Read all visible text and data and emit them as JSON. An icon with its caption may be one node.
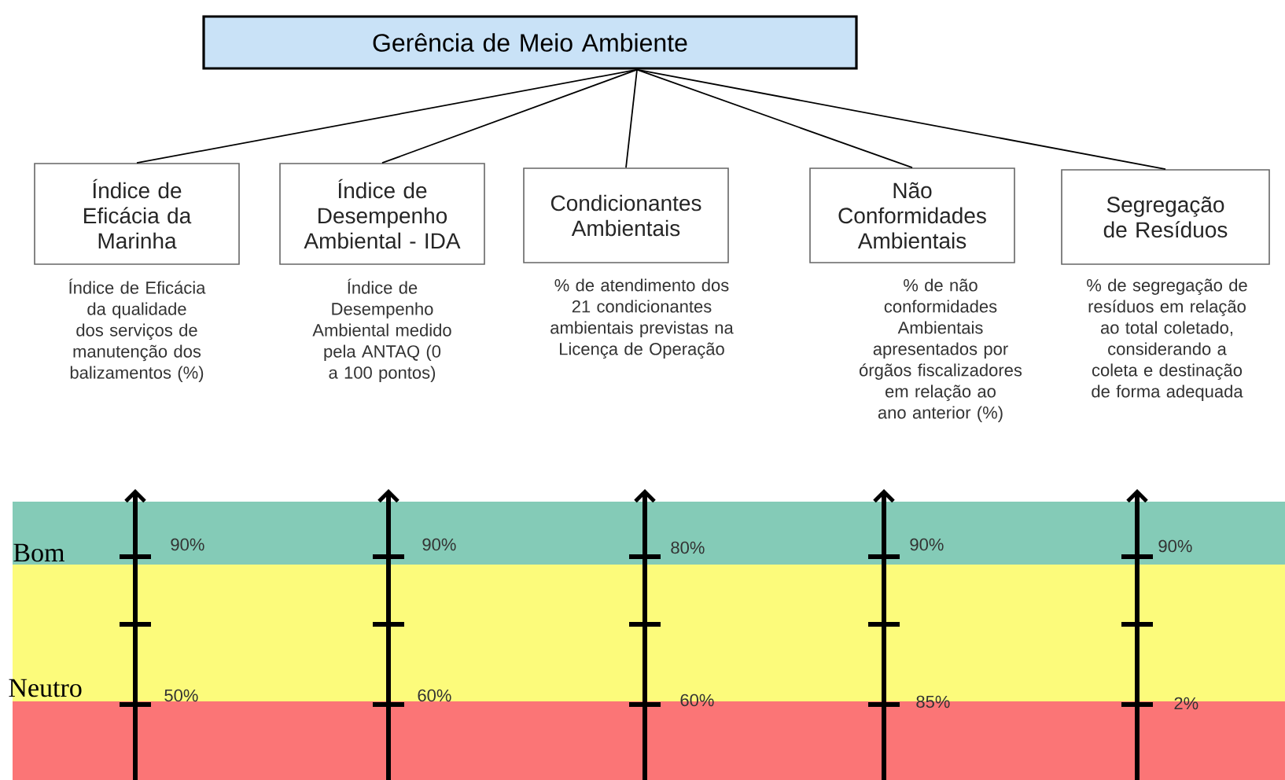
{
  "diagram": {
    "nodes": [
      {
        "text": [
          "Gerência de Meio Ambiente"
        ]
      },
      {
        "text": [
          "Índice de Eficácia da Marinha"
        ],
        "beside": [
          "Índice de Eficácia da qualidade dos serviços de manutenção dos balizamentos (%)"
        ]
      },
      {
        "text": [
          "Índice de Desempenho Ambiental - IDA"
        ],
        "beside": [
          "Índice de Desempenho Ambiental medido pela ANTAQ (0 a 100 pontos)"
        ]
      },
      {
        "text": [
          "Condicionantes Ambientais"
        ],
        "beside": [
          "% de atendimento dos 21 condicionantes ambientais previstas na Licença de Operação"
        ]
      },
      {
        "text": [
          "Não Conformidades Ambientais"
        ],
        "beside": [
          "% de não conformidades Ambientais apresentados por órgãos fiscalizadores em relação ao ano anterior (%)"
        ]
      },
      {
        "text": [
          "Segregação de Resíduos"
        ],
        "beside": [
          "% de segregação de resíduos em relação ao total coletado, considerando a coleta e destinação de forma adequada"
        ]
      }
    ],
    "edges": [
      {
        "from": 0,
        "to": 1,
        "arrow": "none"
      },
      {
        "from": 0,
        "to": 2,
        "arrow": "none"
      },
      {
        "from": 0,
        "to": 3,
        "arrow": "none"
      },
      {
        "from": 0,
        "to": 4,
        "arrow": "none"
      },
      {
        "from": 0,
        "to": 5,
        "arrow": "none"
      }
    ],
    "labels": [
      "Bom",
      "90%",
      "90%",
      "80%",
      "90%",
      "90%",
      "Neutro",
      "50%",
      "60%",
      "60%",
      "85%",
      "2%"
    ]
  }
}
